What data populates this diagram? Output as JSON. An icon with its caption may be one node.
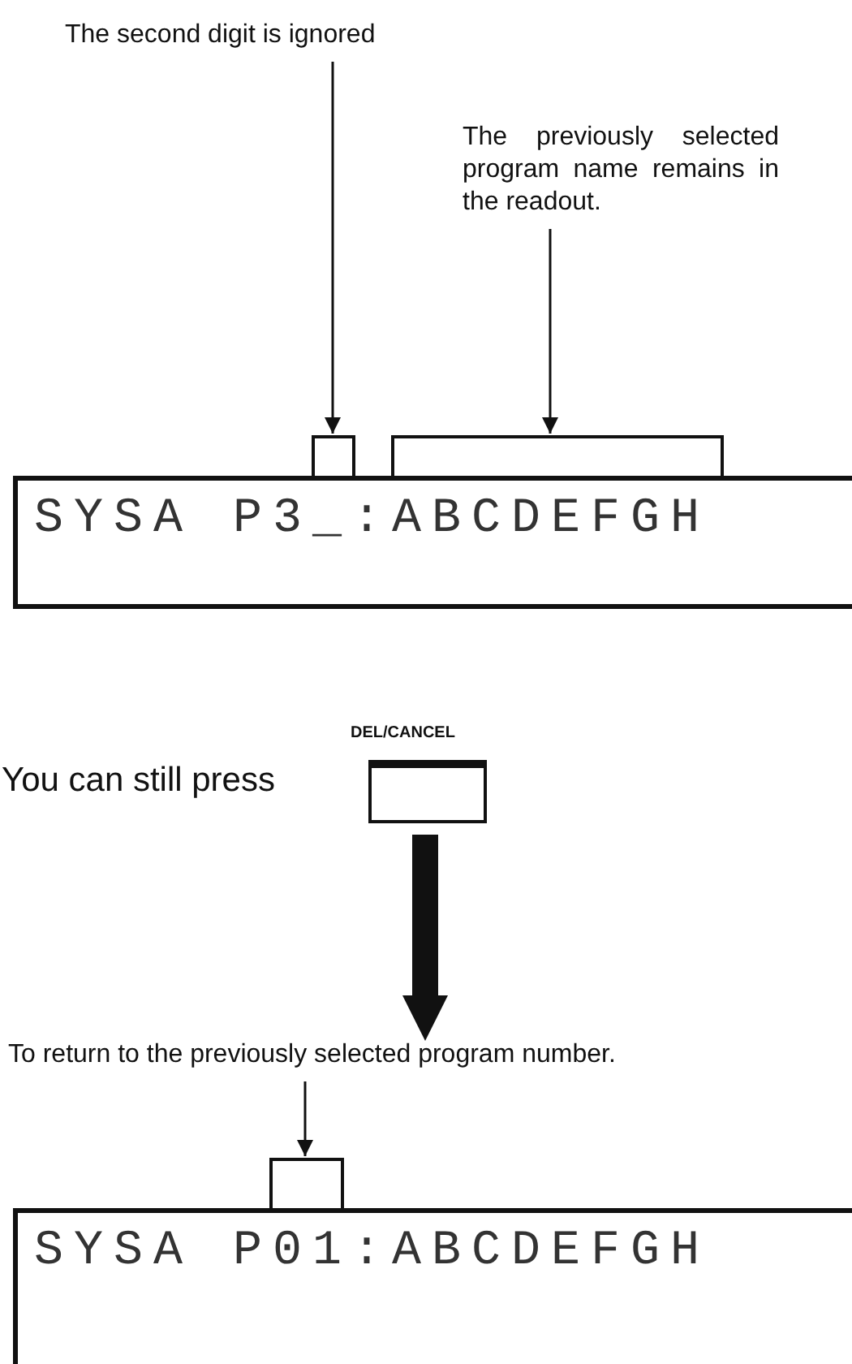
{
  "diagram": {
    "nodes": [
      {
        "text": [
          "The second digit is ignored"
        ]
      },
      {
        "text": [
          "The previously selected program name remains in the readout."
        ]
      },
      {
        "text": [],
        "shape": "bracket"
      },
      {
        "text": [],
        "shape": "bracket"
      },
      {
        "text": [
          "SYSA P3_:ABCDEFGH"
        ]
      },
      {
        "text": [
          "DEL/CANCEL"
        ]
      },
      {
        "text": [
          "To return to the previously selected program number."
        ]
      },
      {
        "text": [],
        "shape": "bracket"
      },
      {
        "text": [
          "SYSA P01:ABCDEFGH"
        ]
      }
    ],
    "edges": [
      {
        "from": 0,
        "to": 2,
        "arrow": "to"
      },
      {
        "from": 1,
        "to": 3,
        "arrow": "to"
      },
      {
        "from": 5,
        "to": 6,
        "arrow": "to",
        "style": "thick"
      },
      {
        "from": 6,
        "to": 7,
        "arrow": "to"
      }
    ],
    "labels": [
      "You can still press"
    ]
  }
}
